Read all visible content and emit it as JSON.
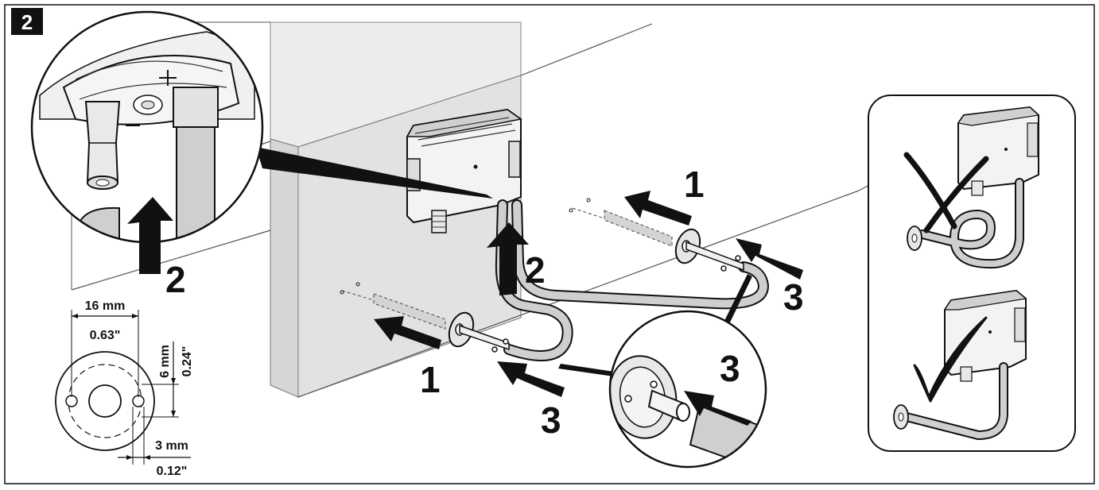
{
  "figure": {
    "step_badge": "2",
    "colors": {
      "ink": "#111111",
      "wall": "#e6e6e6",
      "wall_dark": "#d9d9d9",
      "tube": "#cfcfcf",
      "device": "#f2f2f2",
      "badge_bg": "#111111"
    }
  },
  "labels": {
    "arrow_1_top": "1",
    "arrow_1_bottom": "1",
    "arrow_2_zoom": "2",
    "arrow_2_main": "2",
    "arrow_3_right": "3",
    "arrow_3_bottom": "3",
    "arrow_3_zoom": "3"
  },
  "dimensions": {
    "width_mm": "16 mm",
    "width_in": "0.63\"",
    "height_mm": "6 mm",
    "height_in": "0.24\"",
    "hole_mm": "3 mm",
    "hole_in": "0.12\""
  },
  "icons": {
    "wrong": "cross-mark-icon",
    "correct": "check-mark-icon"
  }
}
